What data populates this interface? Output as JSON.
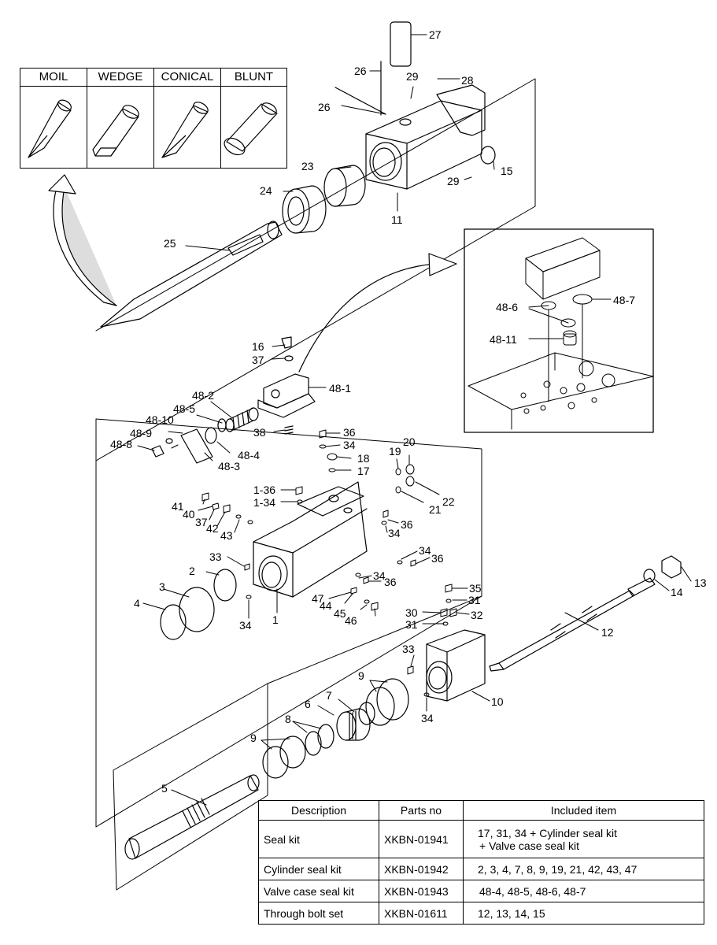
{
  "tip_types": [
    "MOIL",
    "WEDGE",
    "CONICAL",
    "BLUNT"
  ],
  "labels": {
    "p27": "27",
    "p26a": "26",
    "p26b": "26",
    "p29a": "29",
    "p28": "28",
    "p23": "23",
    "p24": "24",
    "p29b": "29",
    "p15": "15",
    "p11": "11",
    "p25": "25",
    "p48_7": "48-7",
    "p48_6": "48-6",
    "p48_11": "48-11",
    "p16": "16",
    "p37a": "37",
    "p48_1": "48-1",
    "p48_2": "48-2",
    "p48_5": "48-5",
    "p48_10": "48-10",
    "p48_9": "48-9",
    "p48_8": "48-8",
    "p48_4": "48-4",
    "p48_3": "48-3",
    "p38": "38",
    "p36a": "36",
    "p34a": "34",
    "p20": "20",
    "p18": "18",
    "p19": "19",
    "p17": "17",
    "p1_36": "1-36",
    "p1_34": "1-34",
    "p22": "22",
    "p21": "21",
    "p41": "41",
    "p40": "40",
    "p37b": "37",
    "p42": "42",
    "p43": "43",
    "p36b": "36",
    "p34b": "34",
    "p34c": "34",
    "p36c": "36",
    "p33a": "33",
    "p2": "2",
    "p34d": "34",
    "p36d": "36",
    "p3": "3",
    "p47": "47",
    "p44": "44",
    "p45": "45",
    "p46": "46",
    "p4": "4",
    "p34e": "34",
    "p1": "1",
    "p35": "35",
    "p13": "13",
    "p31a": "31",
    "p14": "14",
    "p30": "30",
    "p32": "32",
    "p31b": "31",
    "p12": "12",
    "p33b": "33",
    "p10": "10",
    "p9a": "9",
    "p7": "7",
    "p6": "6",
    "p8": "8",
    "p34f": "34",
    "p9b": "9",
    "p5": "5"
  },
  "kit_table": {
    "headers": {
      "description": "Description",
      "parts_no": "Parts no",
      "included": "Included item"
    },
    "rows": [
      {
        "description": "Seal kit",
        "parts_no": "XKBN-01941",
        "included_1": "17, 31, 34 + Cylinder seal kit",
        "included_2": "+ Valve case seal kit"
      },
      {
        "description": "Cylinder seal kit",
        "parts_no": "XKBN-01942",
        "included_1": "2, 3, 4, 7, 8, 9, 19, 21, 42, 43, 47",
        "included_2": ""
      },
      {
        "description": "Valve case seal kit",
        "parts_no": "XKBN-01943",
        "included_1": "48-4, 48-5, 48-6, 48-7",
        "included_2": ""
      },
      {
        "description": "Through bolt set",
        "parts_no": "XKBN-01611",
        "included_1": "12, 13, 14, 15",
        "included_2": ""
      }
    ]
  }
}
